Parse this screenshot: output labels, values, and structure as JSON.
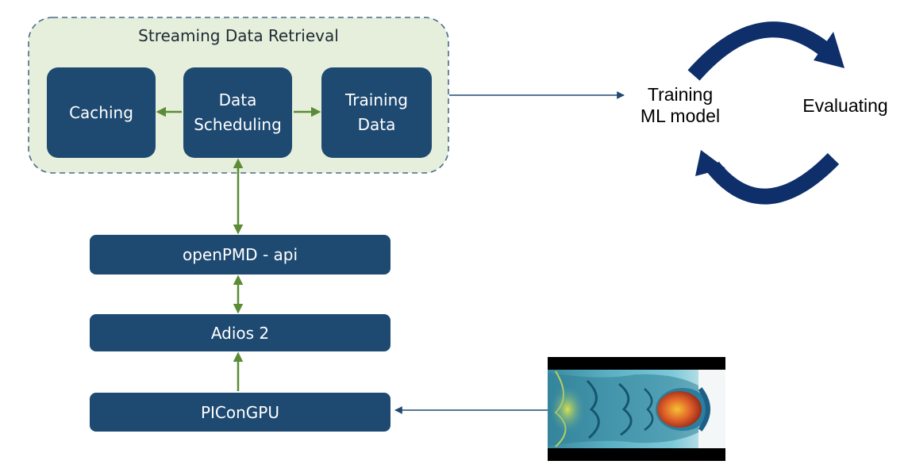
{
  "pipeline": {
    "group_title": "Streaming Data Retrieval",
    "caching": "Caching",
    "data_scheduling": [
      "Data",
      "Scheduling"
    ],
    "training_data": [
      "Training",
      "Data"
    ]
  },
  "stack": {
    "openpmd": "openPMD - api",
    "adios": "Adios 2",
    "piconpgu": "PIConGPU"
  },
  "ml_loop": {
    "training": [
      "Training",
      "ML model"
    ],
    "evaluating": "Evaluating"
  },
  "colors": {
    "box_fill": "#1e4a72",
    "group_fill": "#e6efdb",
    "group_border": "#4a6a8a",
    "green_arrow": "#5b8c35",
    "blue_arrow": "#1e4a72",
    "cycle_arrow": "#0f2f6b"
  },
  "image": {
    "icon": "plasma-simulation-visualization"
  }
}
